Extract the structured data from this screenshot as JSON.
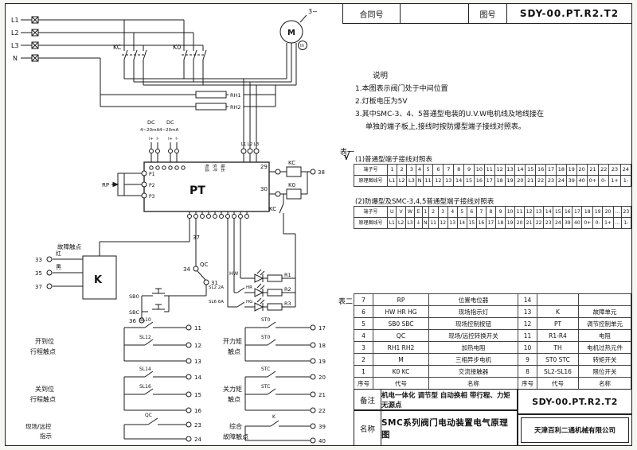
{
  "title_block": {
    "contract_label": "合同号",
    "contract_value": "",
    "drawing_label": "图号",
    "drawing_number": "SDY-00.PT.R2.T2"
  },
  "notes": {
    "title": "说明",
    "line1": "1.本图表示阀门处于中间位置",
    "line2": "2.灯板电压为5V",
    "line3": "3.其中SMC-3、4、5普通型电装的U.V.W电机线及地线接在",
    "line4": "单独的端子板上,接线时按防爆型端子接线对照表。"
  },
  "table1": {
    "label": "表一",
    "checkmark": "√",
    "sub1_title": "(1)普通型端子接线对照表",
    "row_label_terminal": "端子号",
    "row_label_wire": "原理图线号",
    "normal": {
      "terminals": [
        "1",
        "2",
        "3",
        "4",
        "5",
        "6",
        "7",
        "8",
        "9",
        "10",
        "11",
        "12",
        "13",
        "14",
        "15",
        "16",
        "17",
        "18",
        "19",
        "20",
        "21",
        "22",
        "23",
        "24"
      ],
      "wires": [
        "L1",
        "L2",
        "L3",
        "N",
        "11",
        "12",
        "13",
        "14",
        "15",
        "16",
        "17",
        "18",
        "19",
        "20",
        "21",
        "22",
        "23",
        "24",
        "39",
        "40",
        "0+",
        "0-",
        "1+",
        "1-"
      ]
    },
    "sub2_title": "(2)防爆型及SMC-3,4,5普通型端子接线对照表",
    "explosion": {
      "terminals": [
        "U",
        "V",
        "W",
        "E",
        "1",
        "2",
        "3",
        "4",
        "5",
        "6",
        "7",
        "8",
        "9",
        "10",
        "11",
        "12",
        "13",
        "14",
        "15",
        "16",
        "17",
        "18",
        "19",
        "20",
        "…",
        "23"
      ],
      "wires": [
        "L1",
        "L2",
        "L3",
        "⏚",
        "N",
        "11",
        "12",
        "13",
        "14",
        "15",
        "16",
        "17",
        "18",
        "19",
        "20",
        "21",
        "22",
        "23",
        "24",
        "39",
        "40",
        "0+",
        "0-",
        "1+",
        "…",
        "1-"
      ]
    }
  },
  "table2": {
    "label": "表二",
    "header": [
      "序号",
      "代号",
      "名称",
      "序号",
      "代号",
      "名称"
    ],
    "rows": [
      [
        "7",
        "RP",
        "位置电位器",
        "14",
        "",
        ""
      ],
      [
        "6",
        "HW HR HG",
        "现场指示灯",
        "13",
        "K",
        "故障单元"
      ],
      [
        "5",
        "SB0 SBC",
        "现场控制按钮",
        "12",
        "PT",
        "调节控制单元"
      ],
      [
        "4",
        "QC",
        "现场/远控转换开关",
        "11",
        "R1-R4",
        "电阻"
      ],
      [
        "3",
        "RH1 RH2",
        "加热电阻",
        "10",
        "TH",
        "电机过热元件"
      ],
      [
        "2",
        "M",
        "三相异步电机",
        "9",
        "ST0 STC",
        "转矩开关"
      ],
      [
        "1",
        "K0 KC",
        "交流接触器",
        "8",
        "SL2-SL16",
        "限位开关"
      ]
    ]
  },
  "footer": {
    "remark_label": "备注",
    "remark_text": "机电一体化 调节型 自动换相 带行程、力矩无源点",
    "name_label": "名称",
    "name_text": "SMC系列阀门电动装置电气原理图",
    "drawing_number": "SDY-00.PT.R2.T2",
    "company": "天津百利二通机械有限公司"
  },
  "schematic": {
    "l1": "L1",
    "l2": "L2",
    "l3": "L3",
    "n": "N",
    "kc": "KC",
    "k0": "K0",
    "motor_phase": "3~",
    "motor_m": "M",
    "motor_th": "th",
    "rh1": "RH1",
    "rh2": "RH2",
    "dc_1": "DC",
    "dc_2": "DC",
    "dc_range_1": "4~20mA",
    "dc_range_2": "4~20mA",
    "i_plus_1": "I+",
    "i_minus_1": "I-",
    "i_plus_2": "I+",
    "i_minus_2": "I-",
    "pt_l1": "L1",
    "pt_l2": "L2",
    "pt_l3": "L3",
    "mini_1": "电源",
    "mini_2": "信号",
    "mini_3": "输出",
    "pt": "PT",
    "rp": "RP",
    "p1": "P1",
    "p2": "P2",
    "p3": "P3",
    "t29": "29",
    "t30": "30",
    "t38": "38",
    "coil_kc": "KC",
    "coil_k0": "K0",
    "contact_kc": "KC",
    "w37": "37",
    "fault_title": "故障触点",
    "red": "红",
    "black": "黑",
    "t33": "33",
    "t35": "35",
    "t37": "37",
    "k_unit": "K",
    "t34": "34",
    "qc": "QC",
    "t31": "31",
    "sb0": "SB0",
    "sbc": "SBC",
    "t36": "36",
    "hw": "HW",
    "sl2": "SL2 2A",
    "hr": "HR",
    "sl6": "SL6 6A",
    "hg": "HG",
    "r1": "R1",
    "r2": "R2",
    "r3": "R3",
    "open_travel_1": "开到位",
    "open_travel_2": "行程触点",
    "sl10": "SL10",
    "sl12": "SL12",
    "t11": "11",
    "t12": "12",
    "t13": "13",
    "open_torque_1": "开力矩",
    "open_torque_2": "触点",
    "st0_a": "ST0",
    "st0_b": "ST0",
    "t17": "17",
    "t18": "18",
    "t19": "19",
    "close_travel_1": "关到位",
    "close_travel_2": "行程触点",
    "sl14": "SL14",
    "sl16": "SL16",
    "t14": "14",
    "t15": "15",
    "t16": "16",
    "close_torque_1": "关力矩",
    "close_torque_2": "触点",
    "stc_a": "STC",
    "stc_b": "STC",
    "t20": "20",
    "t21": "21",
    "t22": "22",
    "local_1": "现场/远控",
    "local_2": "指示",
    "qc2": "QC",
    "t23": "23",
    "t24": "24",
    "fault_out_1": "综合",
    "fault_out_2": "故障触点",
    "k_contact": "K",
    "t39": "39",
    "t40": "40"
  }
}
